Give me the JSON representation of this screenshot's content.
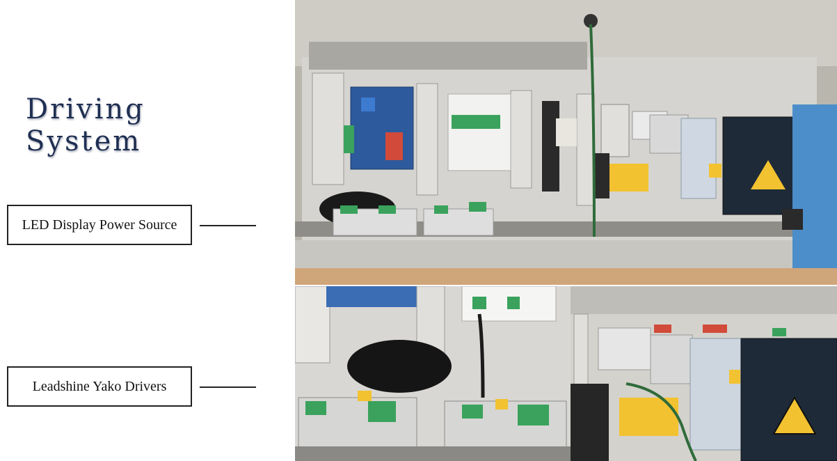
{
  "title": {
    "line1": "Driving",
    "line2": "System"
  },
  "labels": {
    "led": "LED Display Power Source",
    "yako": "Leadshine Yako Drivers"
  },
  "photos": [
    {
      "name": "cabinet-overview-photo"
    },
    {
      "name": "drivers-closeup-photo"
    },
    {
      "name": "power-supply-closeup-photo"
    }
  ],
  "colors": {
    "title": "#1f2f52",
    "panel": "#c9c7c2",
    "board_blue": "#2d5a9c",
    "psu_dark": "#1e2a38",
    "warning_yellow": "#f2c230",
    "connector_green": "#3aa25c"
  }
}
